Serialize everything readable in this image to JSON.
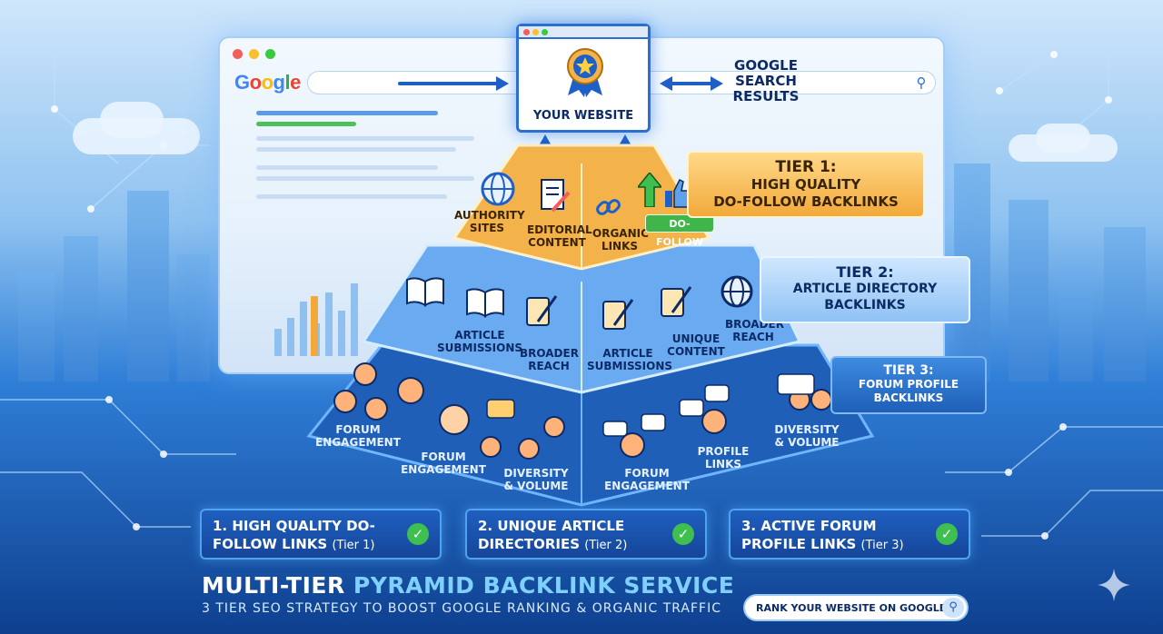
{
  "browser": {
    "logo": "Google"
  },
  "website_card": {
    "label": "YOUR WEBSITE"
  },
  "serp": {
    "line1": "GOOGLE",
    "line2": "SEARCH",
    "line3": "RESULTS"
  },
  "tiers": {
    "tier1": {
      "head": "TIER 1:",
      "line1": "HIGH QUALITY",
      "line2": "DO-FOLLOW BACKLINKS"
    },
    "tier2": {
      "head": "TIER 2:",
      "line1": "ARTICLE DIRECTORY",
      "line2": "BACKLINKS"
    },
    "tier3": {
      "head": "TIER 3:",
      "line1": "FORUM PROFILE",
      "line2": "BACKLINKS"
    }
  },
  "pyramid": {
    "tier1_items": [
      "AUTHORITY SITES",
      "EDITORIAL CONTENT",
      "ORGANIC LINKS"
    ],
    "tier1_tag": "DO-FOLLOW",
    "tier2_items": [
      "ARTICLE SUBMISSIONS",
      "BROADER REACH",
      "ARTICLE SUBMISSIONS",
      "UNIQUE CONTENT",
      "BROADER REACH"
    ],
    "tier3_items": [
      "FORUM ENGAGEMENT",
      "FORUM ENGAGEMENT",
      "DIVERSITY & VOLUME",
      "FORUM ENGAGEMENT",
      "PROFILE LINKS",
      "DIVERSITY & VOLUME"
    ]
  },
  "features": [
    {
      "line1": "1. HIGH QUALITY DO-",
      "line2": "FOLLOW LINKS",
      "tier": "(Tier 1)"
    },
    {
      "line1": "2. UNIQUE ARTICLE",
      "line2": "DIRECTORIES",
      "tier": "(Tier 2)"
    },
    {
      "line1": "3. ACTIVE FORUM",
      "line2": "PROFILE LINKS",
      "tier": "(Tier 3)"
    }
  ],
  "footer": {
    "title_part1": "MULTI-TIER ",
    "title_part2": "PYRAMID BACKLINK SERVICE",
    "subtitle": "3 TIER SEO STRATEGY TO BOOST GOOGLE RANKING & ORGANIC TRAFFIC",
    "cta": "RANK YOUR WEBSITE ON GOOGLE"
  },
  "colors": {
    "tier1": "#f2a93a",
    "tier2": "#8fc2f4",
    "tier3": "#1f5fb8",
    "check": "#3fbf4f",
    "accent": "#2c6fd1"
  },
  "icons": [
    "globe-icon",
    "document-pen-icon",
    "chain-link-icon",
    "thumbs-up-icon",
    "open-book-icon",
    "scroll-quill-icon",
    "user-avatar-icon",
    "chat-bubble-icon",
    "check-icon",
    "search-icon",
    "award-badge-icon",
    "sparkle-icon"
  ]
}
